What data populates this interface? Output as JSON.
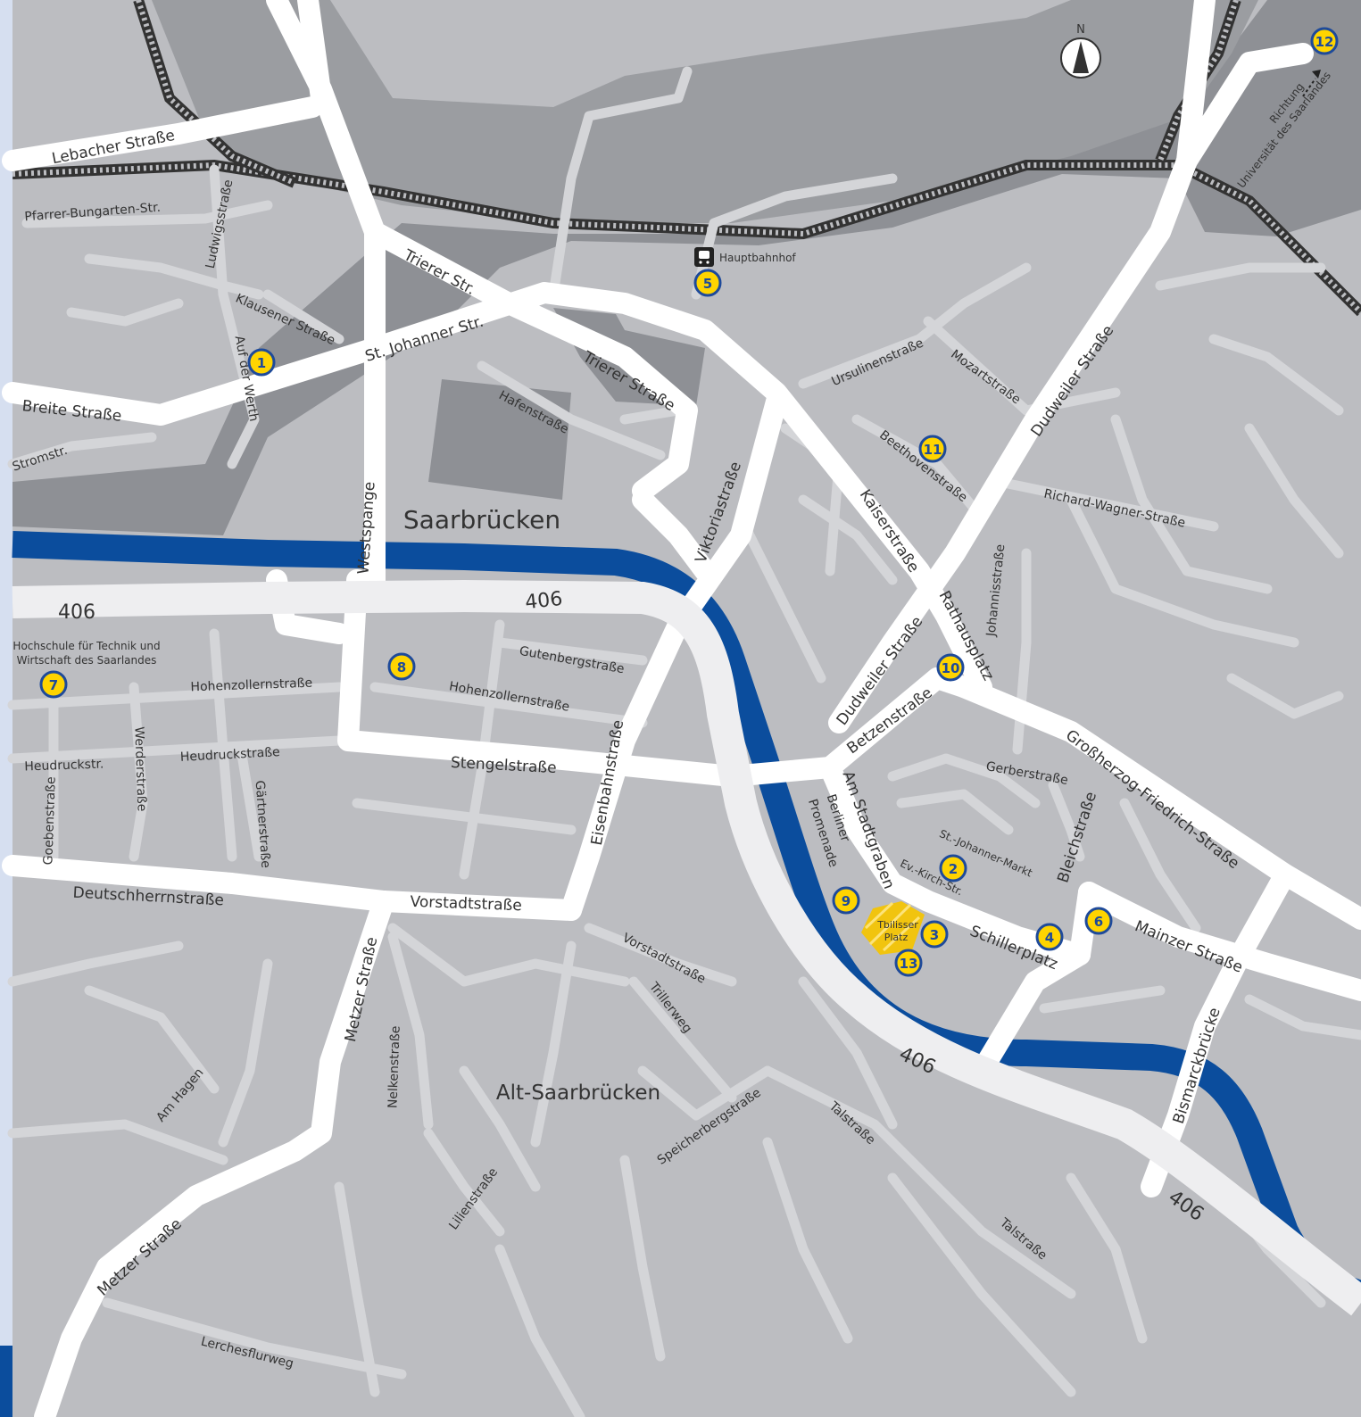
{
  "districts": {
    "center": "Saarbrücken",
    "old_town": "Alt-Saarbrücken"
  },
  "route_number": "406",
  "station": {
    "label": "Hauptbahnhof",
    "icon": "train-icon"
  },
  "compass": {
    "letter": "N",
    "icon": "north-arrow-icon"
  },
  "direction": {
    "line1": "Richtung",
    "line2": "Universität des Saarlandes",
    "icon": "arrow-icon"
  },
  "university": {
    "line1": "Hochschule für Technik und",
    "line2": "Wirtschaft des Saarlandes"
  },
  "tbilisser": {
    "line1": "Tbilisser",
    "line2": "Platz"
  },
  "markers": [
    "1",
    "2",
    "3",
    "4",
    "5",
    "6",
    "7",
    "8",
    "9",
    "10",
    "11",
    "12",
    "13"
  ],
  "streets": {
    "lebacher": "Lebacher Straße",
    "pfarrer": "Pfarrer-Bungarten-Str.",
    "ludwigs": "Ludwigsstraße",
    "klausener": "Klausener Straße",
    "aufderwerth": "Auf der Werth",
    "breite": "Breite Straße",
    "stromstr": "Stromstr.",
    "trierer_str": "Trierer Str.",
    "st_johanner": "St. Johanner Str.",
    "trierer_strasse": "Trierer Straße",
    "hafen": "Hafenstraße",
    "westspange": "Westspange",
    "viktoria": "Viktoriastraße",
    "ursulinen": "Ursulinenstraße",
    "mozart": "Mozartstraße",
    "beethoven": "Beethovenstraße",
    "dudweiler_ne": "Dudweiler Straße",
    "richard_wagner": "Richard-Wagner-Straße",
    "kaiser": "Kaiserstraße",
    "johannis": "Johannisstraße",
    "rathausplatz": "Rathausplatz",
    "dudweiler_sw": "Dudweiler Straße",
    "gutenberg": "Gutenbergstraße",
    "hohenzollern_w": "Hohenzollernstraße",
    "hohenzollern_e": "Hohenzollernstraße",
    "heudruck_w": "Heudruckstr.",
    "heudruck_e": "Heudruckstraße",
    "werder": "Werderstraße",
    "goeben": "Goebenstraße",
    "gaertner": "Gärtnerstraße",
    "stengel": "Stengelstraße",
    "eisenbahn": "Eisenbahnstraße",
    "betzen": "Betzenstraße",
    "gerber": "Gerberstraße",
    "grossherzog": "Großherzog-Friedrich-Straße",
    "am_stadtgraben": "Am Stadtgraben",
    "berliner1": "Berliner",
    "berliner2": "Promenade",
    "bleich": "Bleichstraße",
    "st_johanner_markt": "St.-Johanner-Markt",
    "ev_kirch": "Ev.-Kirch-Str.",
    "schillerplatz": "Schillerplatz",
    "mainzer": "Mainzer Straße",
    "deutschherrn": "Deutschherrnstraße",
    "vorstadt_w": "Vorstadtstraße",
    "vorstadt_e": "Vorstadtstraße",
    "triller": "Trillerweg",
    "metzer_n": "Metzer Straße",
    "metzer_s": "Metzer Straße",
    "nelken": "Nelkenstraße",
    "am_hagen": "Am Hagen",
    "speicherberg": "Speicherbergstraße",
    "talstr_n": "Talstraße",
    "talstr_s": "Talstraße",
    "bismarck": "Bismarckbrücke",
    "lilien": "Lilienstraße",
    "lerchesflur": "Lerchesflurweg"
  }
}
